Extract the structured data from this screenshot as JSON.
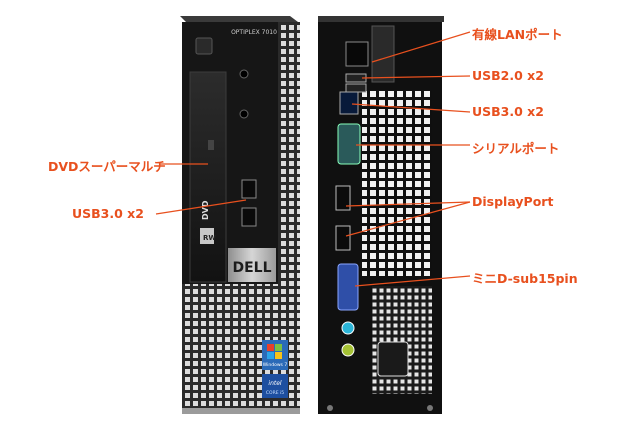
{
  "front": {
    "model": "OPTIPLEX 7010",
    "brand": "DELL",
    "dvd_logo": "DVD",
    "rw_logo": "RW",
    "windows_badge": "Windows 7",
    "intel_badge": "intel",
    "intel_sub": "CORE i5"
  },
  "labels": {
    "lan": "有線LANポート",
    "usb2": "USB2.0 x2",
    "usb3_back": "USB3.0 x2",
    "serial": "シリアルポート",
    "displayport": "DisplayPort",
    "minid": "ミニD-sub15pin",
    "dvd": "DVDスーパーマルチ",
    "usb3_front": "USB3.0 x2"
  },
  "colors": {
    "label": "#e8501e",
    "case": "#1a1a1a",
    "silver": "#b9b9b9",
    "vga": "#2f4fa8",
    "audio_in": "#2bb5d8",
    "audio_out": "#a5c235"
  }
}
